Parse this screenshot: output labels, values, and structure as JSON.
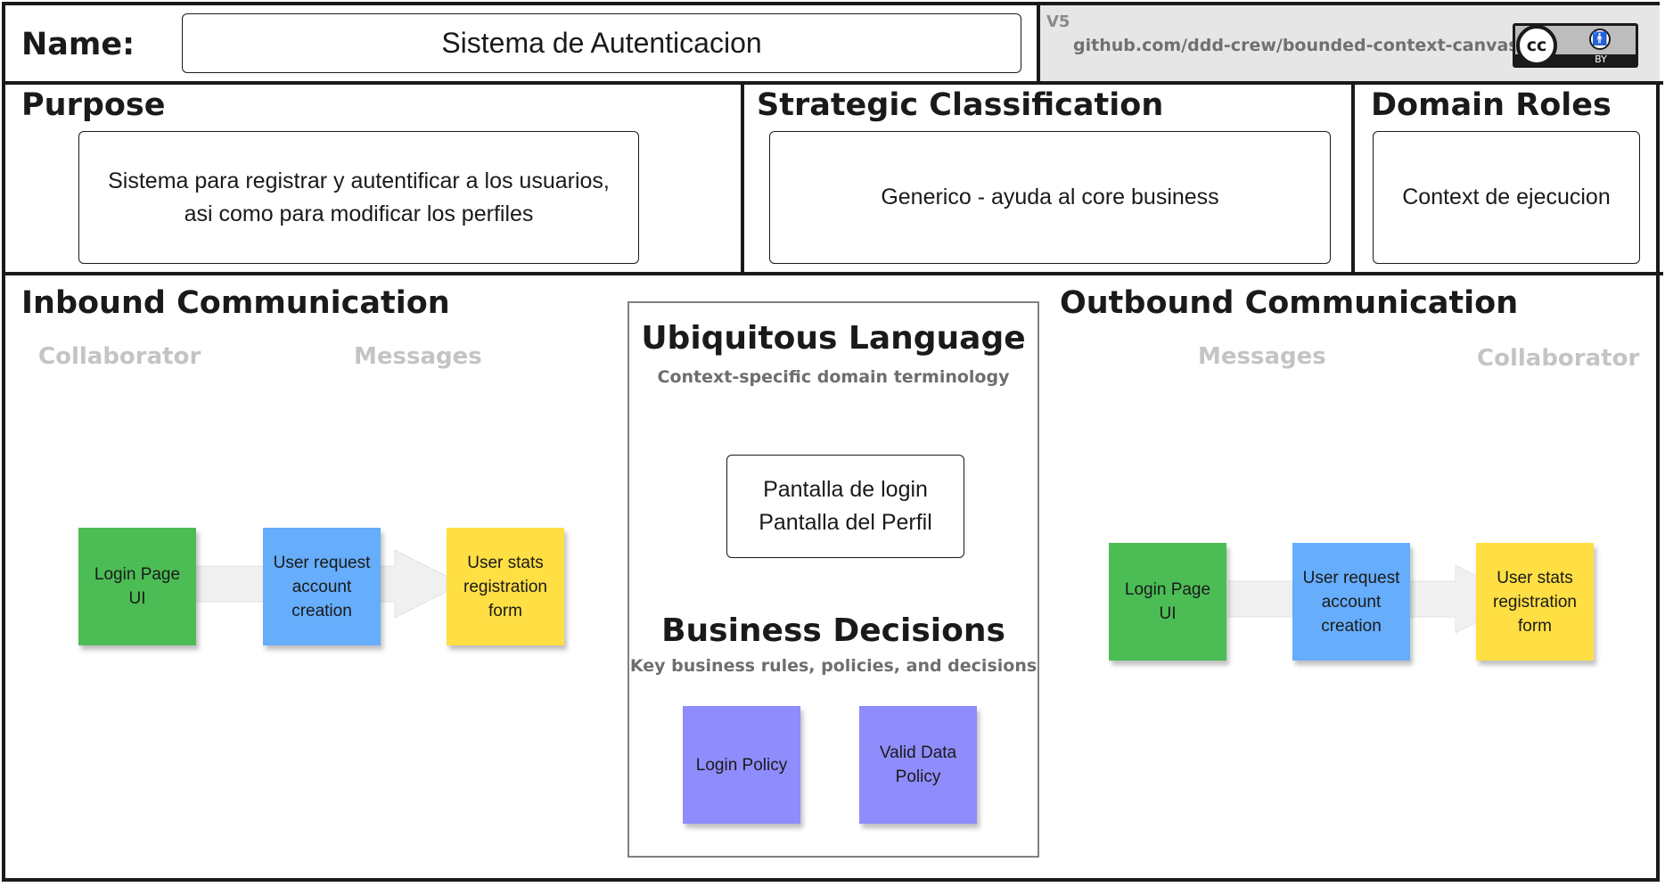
{
  "header": {
    "name_label": "Name:",
    "name_value": "Sistema de Autenticacion",
    "version": "V5",
    "url": "github.com/ddd-crew/bounded-context-canvas",
    "license_cc": "cc",
    "license_by": "BY"
  },
  "purpose": {
    "label": "Purpose",
    "line1": "Sistema para registrar y autentificar a los usuarios,",
    "line2": "asi como para modificar los perfiles"
  },
  "strategic": {
    "label": "Strategic Classification",
    "value": "Generico - ayuda al core business"
  },
  "domain_roles": {
    "label": "Domain Roles",
    "value": "Context de ejecucion"
  },
  "inbound": {
    "label": "Inbound Communication",
    "col_collaborator": "Collaborator",
    "col_messages": "Messages",
    "notes": [
      {
        "lines": [
          "Login Page",
          "UI"
        ],
        "color": "#4cbd55"
      },
      {
        "lines": [
          "User request",
          "account",
          "creation"
        ],
        "color": "#66adfb"
      },
      {
        "lines": [
          "User stats",
          "registration",
          "form"
        ],
        "color": "#ffdf44"
      }
    ]
  },
  "ubiquitous": {
    "title": "Ubiquitous Language",
    "subtitle": "Context-specific domain terminology",
    "line1": "Pantalla de login",
    "line2": "Pantalla del Perfil"
  },
  "business": {
    "title": "Business Decisions",
    "subtitle": "Key business rules, policies, and decisions",
    "notes": [
      {
        "lines": [
          "Login Policy"
        ],
        "color": "#8f8cfb"
      },
      {
        "lines": [
          "Valid Data",
          "Policy"
        ],
        "color": "#8f8cfb"
      }
    ]
  },
  "outbound": {
    "label": "Outbound Communication",
    "col_messages": "Messages",
    "col_collaborator": "Collaborator",
    "notes": [
      {
        "lines": [
          "Login Page",
          "UI"
        ],
        "color": "#4cbd55"
      },
      {
        "lines": [
          "User request",
          "account",
          "creation"
        ],
        "color": "#66adfb"
      },
      {
        "lines": [
          "User stats",
          "registration",
          "form"
        ],
        "color": "#ffdf44"
      }
    ]
  },
  "colors": {
    "border": "#1a1a1a",
    "header_right_bg": "#e6e6e6",
    "subhead": "#c4c4c4",
    "arrow": "#f0f0f0"
  }
}
